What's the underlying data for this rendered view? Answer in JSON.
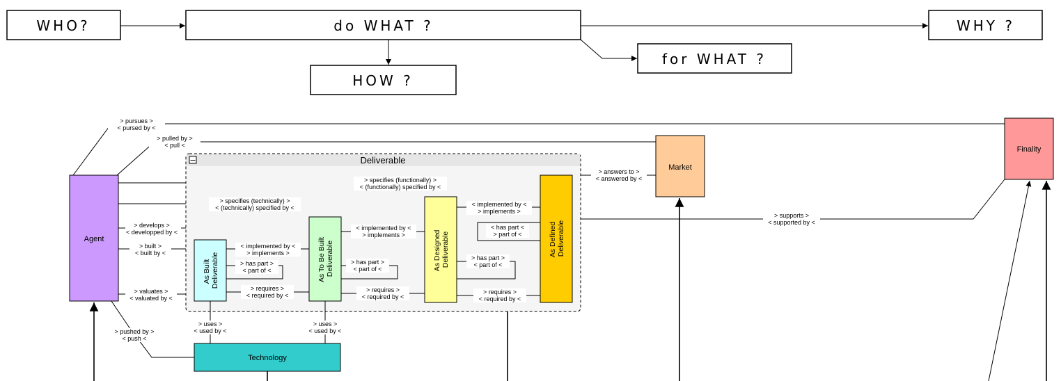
{
  "questions": {
    "who": "WHO?",
    "what": "do WHAT ?",
    "why": "WHY ?",
    "for_what": "for WHAT ?",
    "how": "HOW ?"
  },
  "nodes": {
    "agent": "Agent",
    "market": "Market",
    "finality": "Finality",
    "technology": "Technology",
    "as_built": [
      "As Built",
      "Deliverable"
    ],
    "as_to_be_built": [
      "As To Be Built",
      "Deliverable"
    ],
    "as_designed": [
      "As Designed",
      "Deliverable"
    ],
    "as_defined": [
      "As Defined",
      "Deliverable"
    ]
  },
  "group": {
    "title": "Deliverable",
    "collapse_symbol": "−"
  },
  "edge_labels": {
    "pursues": [
      "> pursues  >",
      "< pursed by <"
    ],
    "pulled_by": [
      "> pulled by >",
      "< pull <"
    ],
    "specifies_functionally": [
      "> specifies (functionally) >",
      "< (functionally) specified by <"
    ],
    "specifies_technically": [
      "> specifies (technically) >",
      "< (technically) specified by <"
    ],
    "develops": [
      "> develops >",
      "< developped by <"
    ],
    "built": [
      "> built >",
      "< built by <"
    ],
    "valuates": [
      "> valuates >",
      "< valuated by <"
    ],
    "pushed_by": [
      "> pushed by >",
      "< push <"
    ],
    "answers_to": [
      "> answers to >",
      "< answered by <"
    ],
    "supports": [
      "> supports >",
      "< supported by <"
    ],
    "impl_designed_defined": [
      "< implemented by <",
      "> implements >"
    ],
    "impl_tobe_designed": [
      "< implemented by <",
      "> implements >"
    ],
    "impl_built_tobe": [
      "< implemented by <",
      "> implements >"
    ],
    "haspart_defined": [
      "< has part <",
      "> part of <"
    ],
    "haspart_designed": [
      "> has part >",
      "< part of <"
    ],
    "haspart_tobe": [
      "> has part >",
      "< part of <"
    ],
    "haspart_built": [
      "> has part >",
      "< part of <"
    ],
    "requires_built": [
      "> requires >",
      "< required by <"
    ],
    "requires_tobe": [
      "> requires >",
      "< required by <"
    ],
    "requires_designed": [
      "> requires >",
      "< required by <"
    ],
    "uses_built": [
      "> uses >",
      "< used by <"
    ],
    "uses_tobe": [
      "> uses >",
      "< used by <"
    ]
  },
  "colors": {
    "agent": "#cc99ff",
    "market": "#ffcc99",
    "finality": "#ff9999",
    "technology": "#33cccc",
    "as_built": "#ccffff",
    "as_to_be_built": "#ccffcc",
    "as_designed": "#ffff99",
    "as_defined": "#ffcc00",
    "group_fill": "#f5f5f5",
    "group_header": "#e6e6e6"
  }
}
